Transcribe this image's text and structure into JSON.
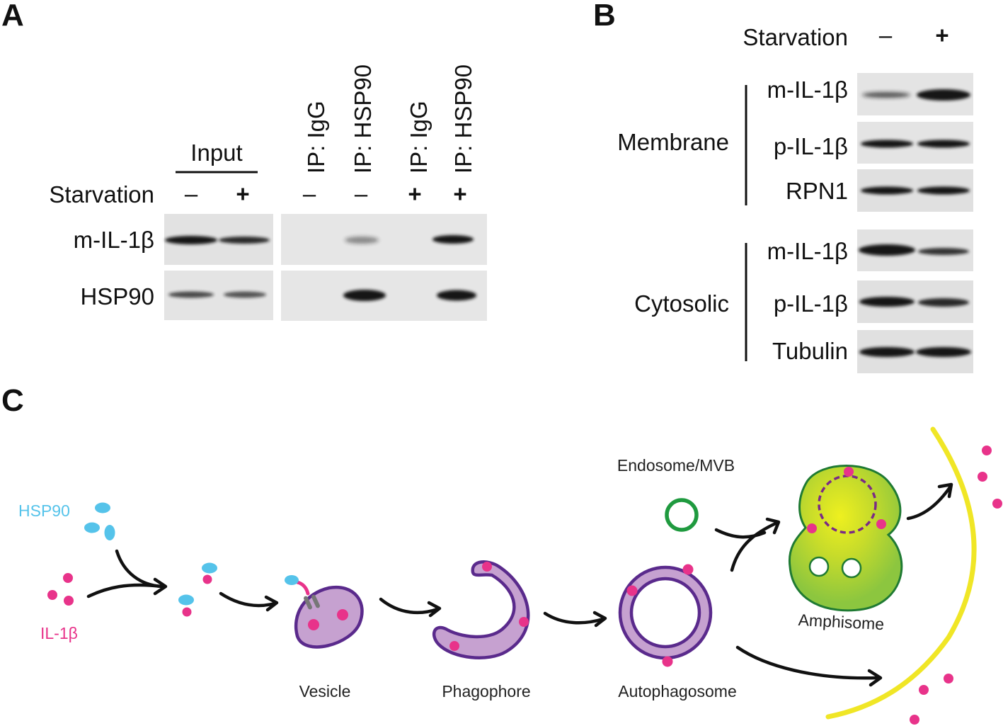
{
  "panels": {
    "a": "A",
    "b": "B",
    "c": "C"
  },
  "panel_a": {
    "input_label": "Input",
    "starvation_label": "Starvation",
    "input_signs": [
      "–",
      "+"
    ],
    "ip_lanes": [
      {
        "label": "IP: IgG",
        "sign": "–"
      },
      {
        "label": "IP: HSP90",
        "sign": "–"
      },
      {
        "label": "IP: IgG",
        "sign": "+"
      },
      {
        "label": "IP: HSP90",
        "sign": "+"
      }
    ],
    "rows": [
      "m-IL-1β",
      "HSP90"
    ]
  },
  "panel_b": {
    "starvation_label": "Starvation",
    "signs": [
      "–",
      "+"
    ],
    "groups": [
      {
        "label": "Membrane",
        "rows": [
          "m-IL-1β",
          "p-IL-1β",
          "RPN1"
        ]
      },
      {
        "label": "Cytosolic",
        "rows": [
          "m-IL-1β",
          "p-IL-1β",
          "Tubulin"
        ]
      }
    ]
  },
  "panel_c": {
    "hsp90_label": "HSP90",
    "il1b_label": "IL-1β",
    "vesicle_label": "Vesicle",
    "phagophore_label": "Phagophore",
    "autophagosome_label": "Autophagosome",
    "endosome_label": "Endosome/MVB",
    "amphisome_label": "Amphisome",
    "colors": {
      "hsp90": "#55c3ea",
      "il1b": "#e8338a",
      "vesicle_fill": "#c6a1d0",
      "vesicle_stroke": "#5a2a8c",
      "endosome": "#1f9a3f",
      "amphisome_fill": "#8cc63f",
      "amphisome_core": "#e5ea1e",
      "membrane": "#f0e626"
    }
  }
}
